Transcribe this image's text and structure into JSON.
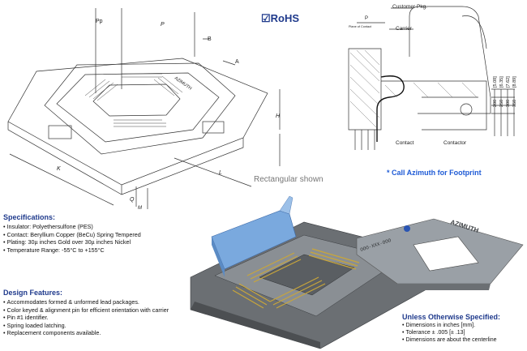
{
  "rohs": {
    "label": "RoHS",
    "check_glyph": "☑"
  },
  "drawing_letters": {
    "b": "B",
    "a": "A",
    "p": "P",
    "pp": "Pp",
    "k": "K",
    "l": "L",
    "q": "Q",
    "m": "M",
    "h": "H",
    "brand": "AZIMUTH"
  },
  "cross_section": {
    "customer_pkg": "Customer Pkg.",
    "carrier": "Carrier",
    "plane_of_contact": "Plane of Contact",
    "p_label": "P",
    "contact": "Contact",
    "contactor": "Contactor",
    "footprint_note": "* Call Azimuth for Footprint",
    "dims": [
      "200",
      "250",
      "300",
      "350"
    ],
    "dims_mm": [
      "[5.08]",
      "[6.35]",
      "[7.62]",
      "[8.89]"
    ]
  },
  "rect_caption": "Rectangular shown",
  "specs": {
    "title": "Specifications:",
    "items": [
      "Insulator: Polyethersulfone (PES)",
      "Contact: Beryllium Copper (BeCu) Spring Tempered",
      "Plating: 30µ inches Gold over 30µ inches Nickel",
      "Temperature Range: -55°C to +155°C"
    ]
  },
  "features": {
    "title": "Design  Features:",
    "items": [
      "Accommodates formed & unformed lead packages.",
      "Color keyed & alignment pin for efficient orientation with carrier",
      "Pin #1 identifier.",
      "Spring loaded latching.",
      "Replacement components available."
    ]
  },
  "unless": {
    "title": "Unless Otherwise Specified:",
    "items": [
      "Dimensions in inches [mm].",
      "Tolerance ± .005 [± .13]",
      "Dimensions are about the centerline"
    ]
  },
  "product_labels": {
    "lid_brand": "AZIMUTH",
    "lid_side_text": "OOO-XXX-OOO"
  },
  "colors": {
    "heading_blue": "#1f3a8c",
    "lid_blue": "#7aa9de",
    "body_gray": "#6b6f73",
    "lid_gray": "#9aa0a6",
    "gold": "#c9a63a",
    "footprint_blue": "#1f5bd6"
  }
}
